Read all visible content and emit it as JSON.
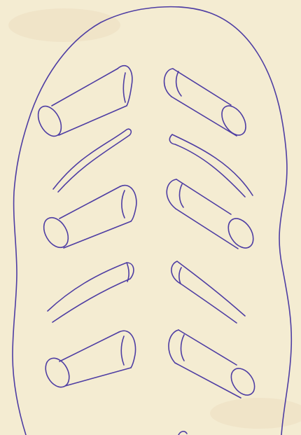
{
  "figure": {
    "colors": {
      "paper": "#f4ecd2",
      "ink": "#4e3da3",
      "stain": "#e7d8b7"
    },
    "structures": {
      "outer_outline": 1,
      "cylinders_per_side": 3,
      "curved_ridges_per_side": 2,
      "bottom_mark": 1
    }
  }
}
